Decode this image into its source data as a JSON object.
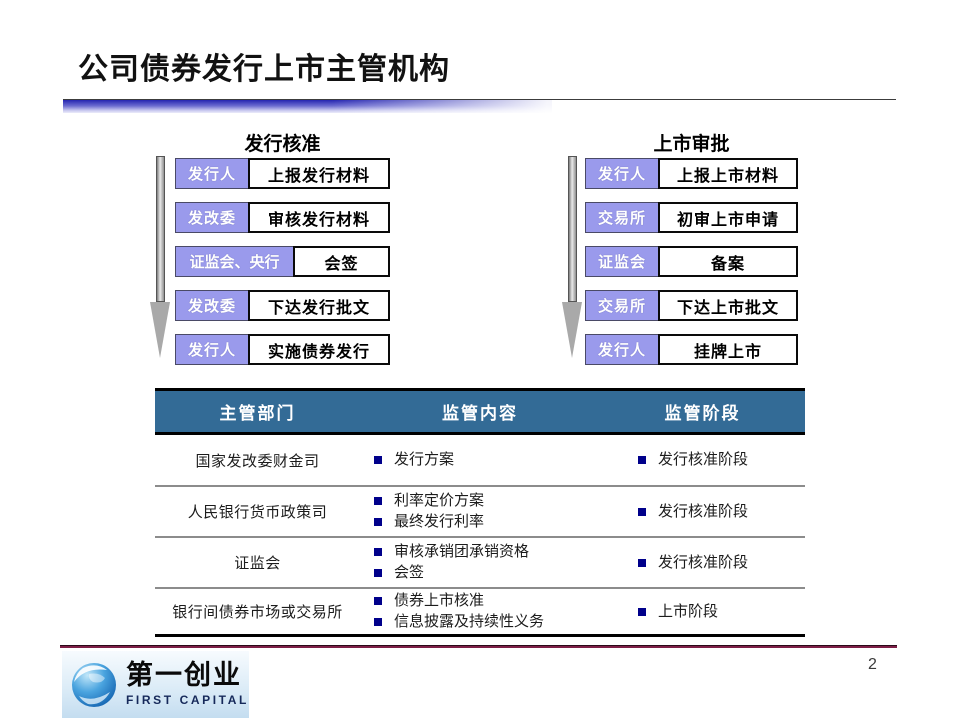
{
  "slide": {
    "title": "公司债券发行上市主管机构",
    "page_number": "2"
  },
  "flows": {
    "left": {
      "title": "发行核准",
      "rows": [
        {
          "agency": "发行人",
          "action": "上报发行材料"
        },
        {
          "agency": "发改委",
          "action": "审核发行材料"
        },
        {
          "agency": "证监会、央行",
          "action": "会签"
        },
        {
          "agency": "发改委",
          "action": "下达发行批文"
        },
        {
          "agency": "发行人",
          "action": "实施债券发行"
        }
      ]
    },
    "right": {
      "title": "上市审批",
      "rows": [
        {
          "agency": "发行人",
          "action": "上报上市材料"
        },
        {
          "agency": "交易所",
          "action": "初审上市申请"
        },
        {
          "agency": "证监会",
          "action": "备案"
        },
        {
          "agency": "交易所",
          "action": "下达上市批文"
        },
        {
          "agency": "发行人",
          "action": "挂牌上市"
        }
      ]
    }
  },
  "table": {
    "headers": [
      "主管部门",
      "监管内容",
      "监管阶段"
    ],
    "rows": [
      {
        "department": "国家发改委财金司",
        "content": [
          "发行方案"
        ],
        "stage": "发行核准阶段"
      },
      {
        "department": "人民银行货币政策司",
        "content": [
          "利率定价方案",
          "最终发行利率"
        ],
        "stage": "发行核准阶段"
      },
      {
        "department": "证监会",
        "content": [
          "审核承销团承销资格",
          "会签"
        ],
        "stage": "发行核准阶段"
      },
      {
        "department": "银行间债券市场或交易所",
        "content": [
          "债券上市核准",
          "信息披露及持续性义务"
        ],
        "stage": "上市阶段"
      }
    ]
  },
  "footer": {
    "logo_cn": "第一创业",
    "logo_en": "FIRST CAPITAL"
  },
  "colors": {
    "agency_box_bg": "#9a9aec",
    "table_header_bg": "#336b96",
    "bullet": "#00008b",
    "footer_line": "#7d1e46",
    "title_bar_blue": "#2525b0"
  }
}
